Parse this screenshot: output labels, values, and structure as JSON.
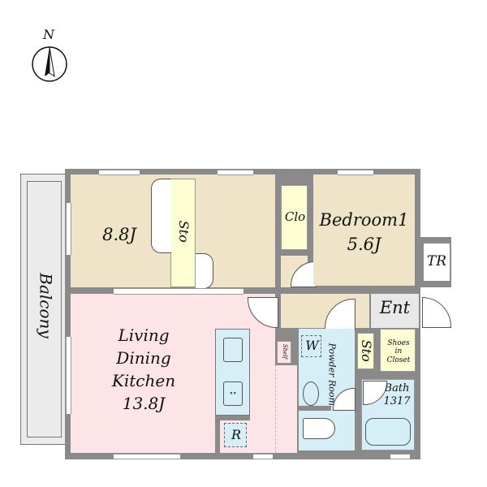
{
  "compass": {
    "label": "N"
  },
  "rooms": {
    "balcony": "Balcony",
    "bedroom_west": {
      "size": "8.8J"
    },
    "storage_west": "Sto",
    "closet": "Clo",
    "bedroom1": {
      "name": "Bedroom1",
      "size": "5.6J"
    },
    "trunk_room": "TR",
    "entrance": "Ent",
    "ldk": {
      "line1": "Living",
      "line2": "Dining",
      "line3": "Kitchen",
      "size": "13.8J"
    },
    "refrigerator": "R",
    "shelf": "Shelf",
    "washer": "W",
    "powder_room": "Powder Room",
    "storage_east": "Sto",
    "shoes_closet": "Shoes in Closet",
    "bath": {
      "name": "Bath",
      "size": "1317"
    }
  },
  "colors": {
    "wall": "#8a8a8a",
    "bedroom": "#efe4c8",
    "ldk": "#fde4e6",
    "wet": "#d6eef5",
    "storage": "#fdfdd2",
    "balcony": "#ebebeb"
  }
}
